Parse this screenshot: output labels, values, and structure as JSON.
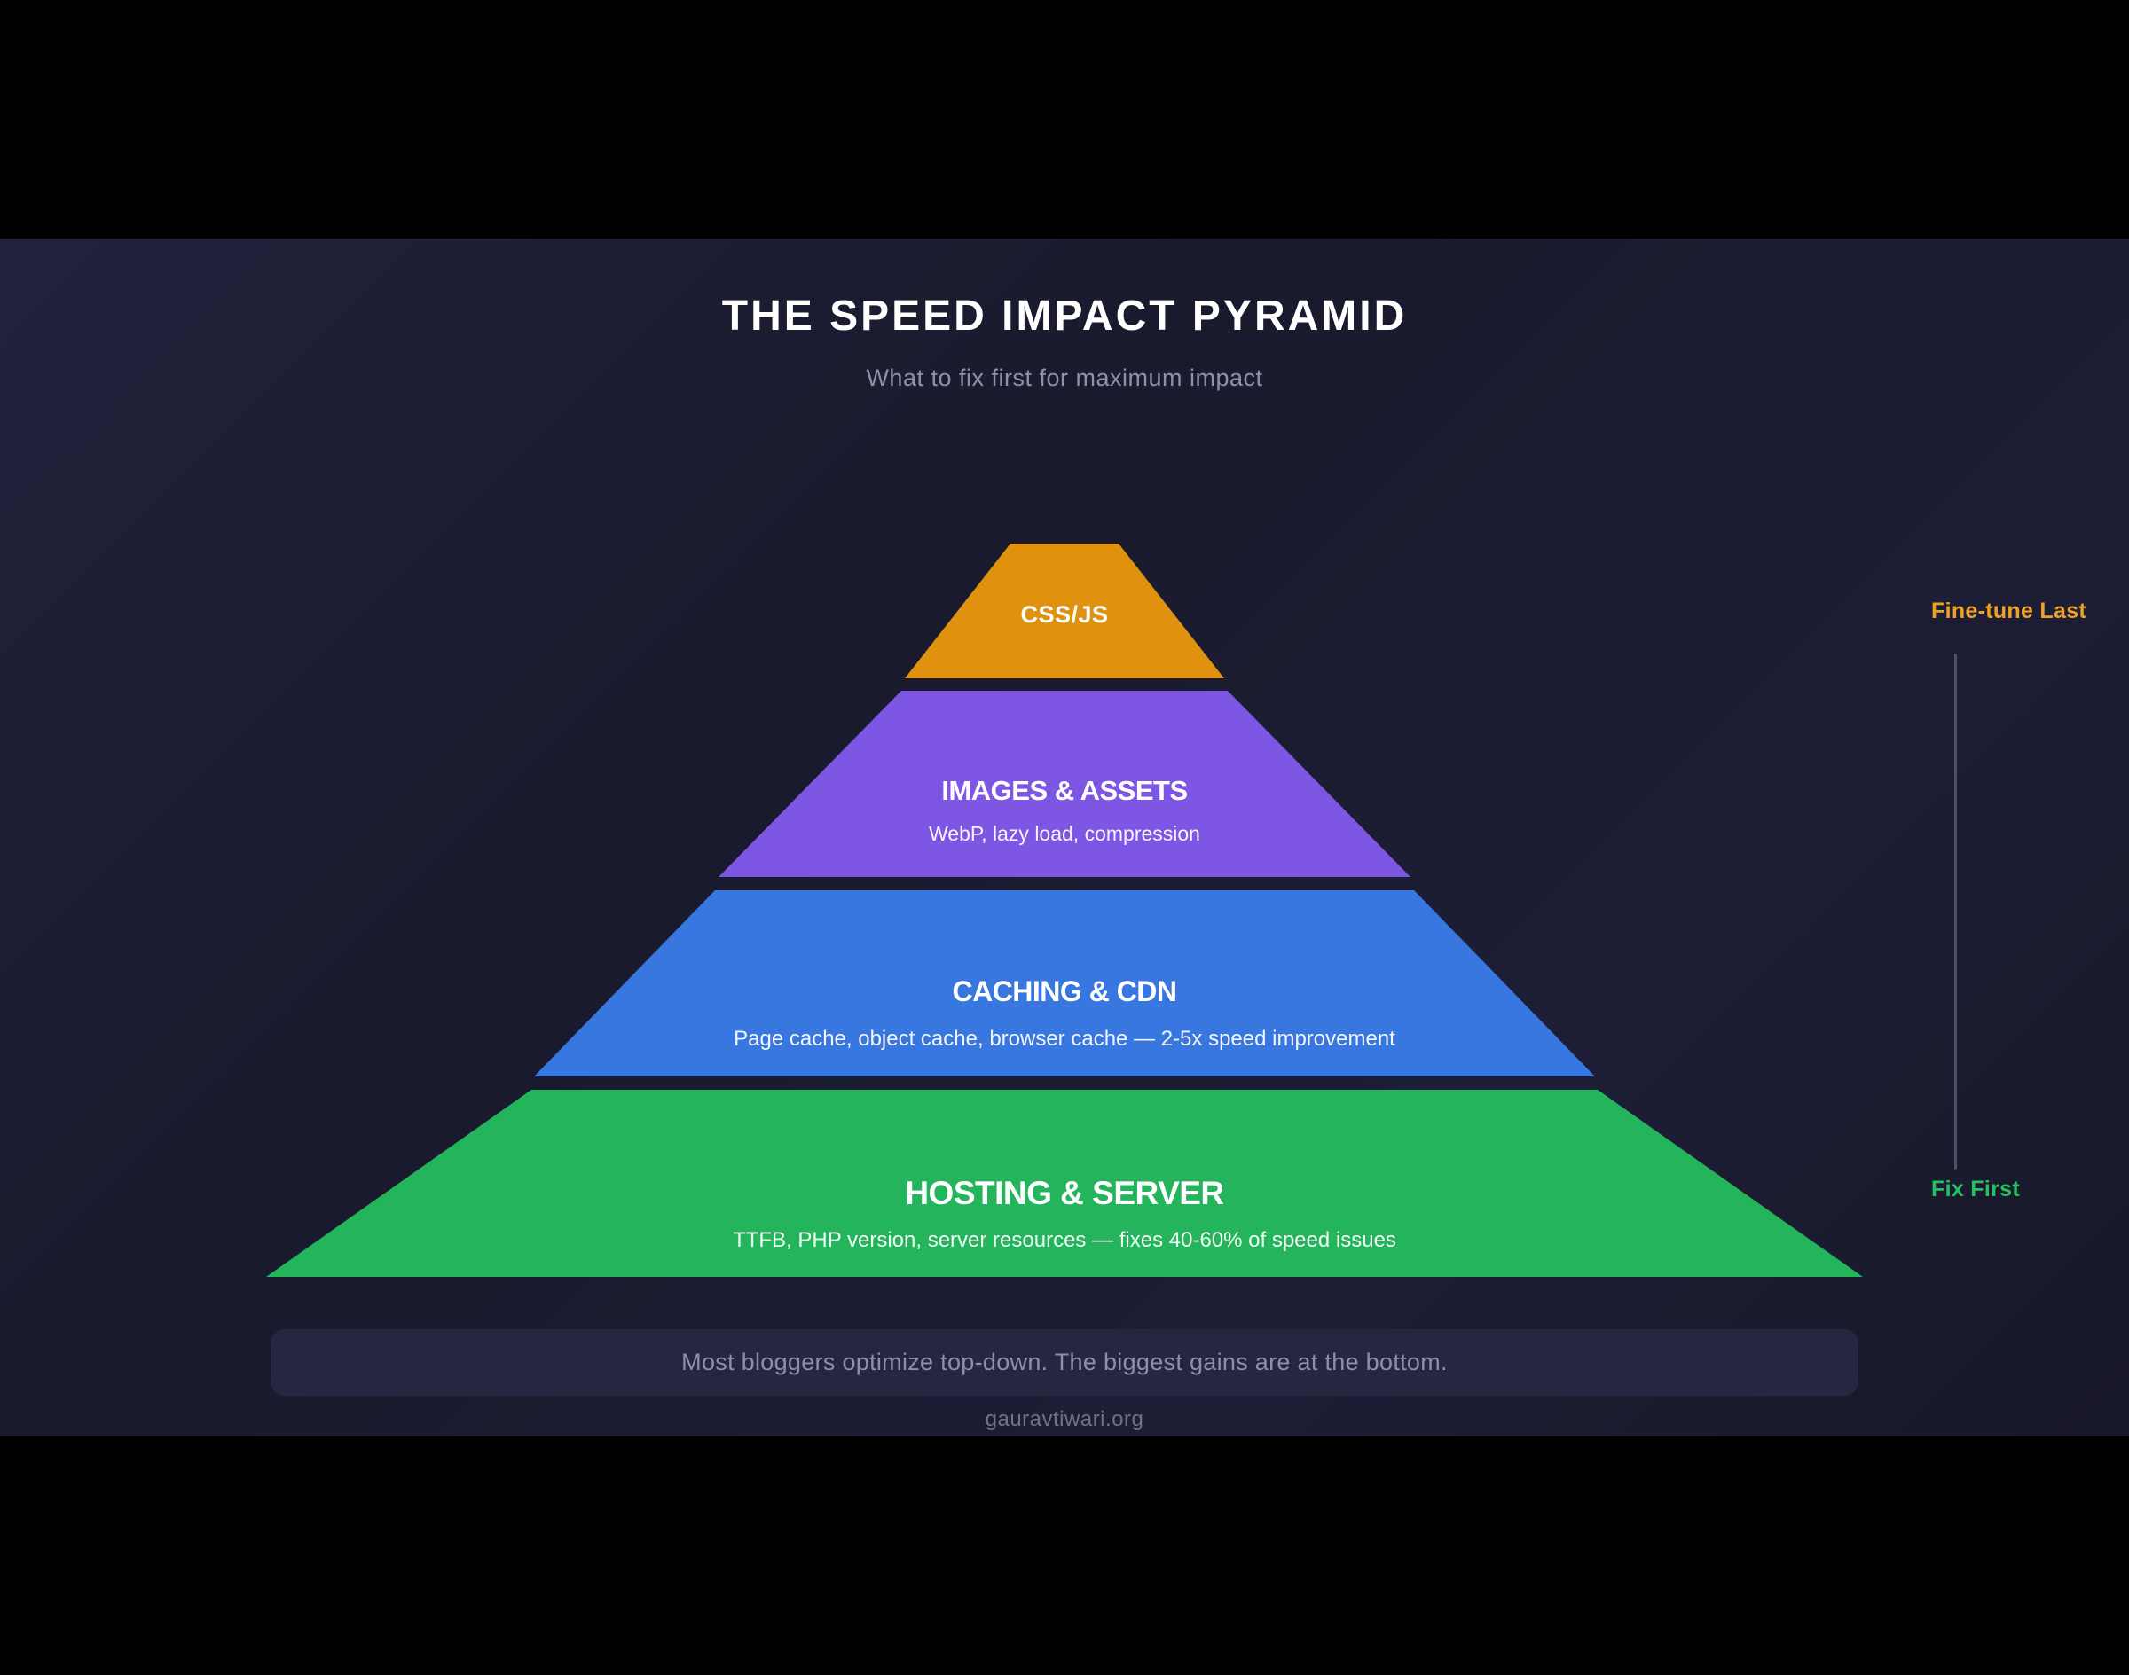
{
  "header": {
    "title": "THE SPEED IMPACT PYRAMID",
    "subtitle": "What to fix first for maximum impact"
  },
  "pyramid": {
    "layers": [
      {
        "label": "CSS/JS",
        "sublabel": "",
        "color": "#e0920f"
      },
      {
        "label": "IMAGES & ASSETS",
        "sublabel": "WebP, lazy load, compression",
        "color": "#7d56e3"
      },
      {
        "label": "CACHING & CDN",
        "sublabel": "Page cache, object cache, browser cache — 2-5x speed improvement",
        "color": "#3877e0"
      },
      {
        "label": "HOSTING & SERVER",
        "sublabel": "TTFB, PHP version, server resources — fixes 40-60% of speed issues",
        "color": "#23b45c"
      }
    ]
  },
  "annotation": {
    "top_label": "Fine-tune Last",
    "top_color": "#efa125",
    "bottom_label": "Fix First",
    "bottom_color": "#27c061",
    "line_color": "#4d5166"
  },
  "note": {
    "text": "Most bloggers optimize top-down. The biggest gains are at the bottom."
  },
  "footer": {
    "site": "gauravtiwari.org"
  }
}
